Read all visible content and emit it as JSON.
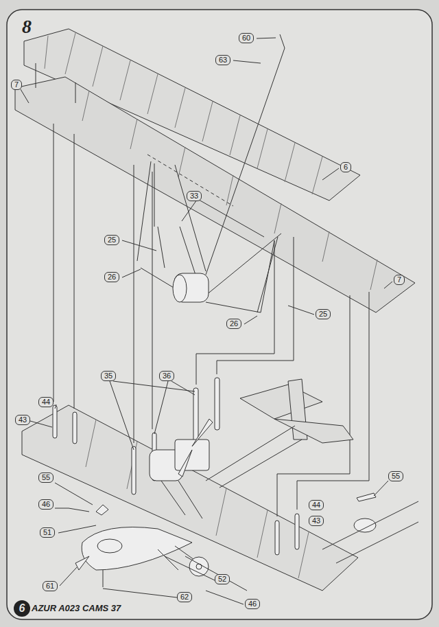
{
  "diagram": {
    "labels": [
      "8",
      "60",
      "63",
      "7",
      "6",
      "33",
      "25",
      "26",
      "25",
      "26",
      "7",
      "35",
      "36",
      "44",
      "43",
      "55",
      "44",
      "43",
      "55",
      "46",
      "51",
      "61",
      "62",
      "52",
      "46",
      "6",
      "AZUR A023 CAMS 37"
    ]
  }
}
